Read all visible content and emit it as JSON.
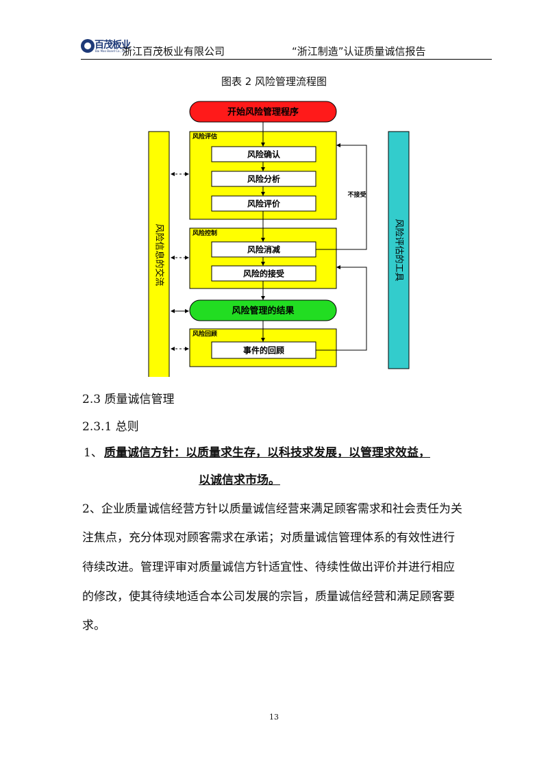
{
  "header": {
    "logo_text": "百茂板业",
    "logo_subtext": "Bai Mao Board Co., Ltd.",
    "company": "浙江百茂板业有限公司",
    "report_title": "“浙江制造”认证质量诚信报告"
  },
  "figure": {
    "caption": "图表 2 风险管理流程图",
    "start": "开始风险管理程序",
    "assessment": {
      "title": "风险评估",
      "steps": [
        "风险确认",
        "风险分析",
        "风险评价"
      ]
    },
    "control": {
      "title": "风险控制",
      "steps": [
        "风险消减",
        "风险的接受"
      ]
    },
    "result": "风险管理的结果",
    "review": {
      "title": "风险回顾",
      "steps": [
        "事件的回顾"
      ]
    },
    "left_bar": "风险信息的交流",
    "right_bar": "风险评估的工具",
    "not_accepted": "不接受",
    "colors": {
      "start": "#ff1a1a",
      "stage": "#ffff00",
      "result": "#22dd22",
      "tool": "#33cccc"
    }
  },
  "section": {
    "heading": "2.3 质量诚信管理",
    "subheading": "2.3.1 总则",
    "policy_num": "1、",
    "policy_line1": "质量诚信方针：以质量求生存，以科技求发展，以管理求效益，",
    "policy_line2": "以诚信求市场。",
    "para_lines": [
      "2、企业质量诚信经营方针以质量诚信经营来满足顾客需求和社会责任为关",
      "注焦点，充分体现对顾客需求在承诺；对质量诚信管理体系的有效性进行",
      "待续改进。管理评审对质量诚信方针适宜性、待续性做出评价并进行相应",
      "的修改，使其待续地适合本公司发展的宗旨，质量诚信经营和满足顾客要",
      "求。"
    ]
  },
  "page_number": "13"
}
